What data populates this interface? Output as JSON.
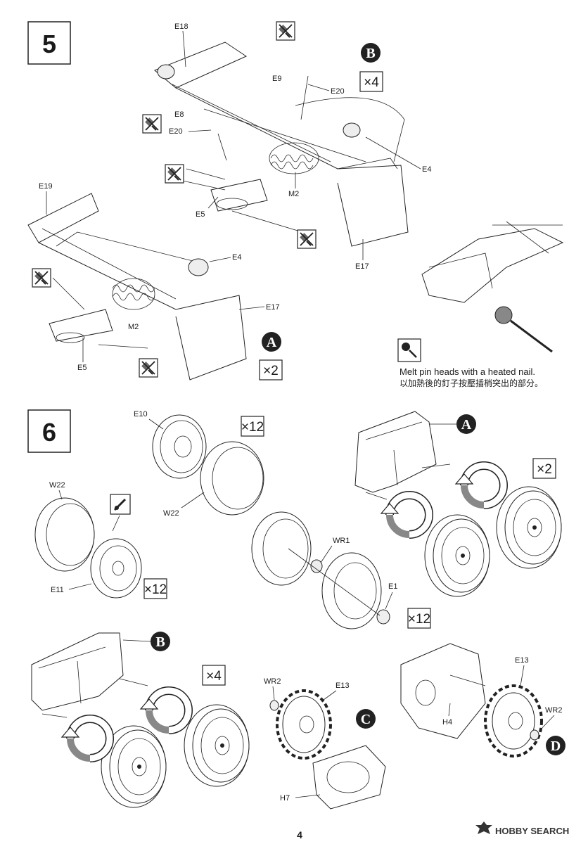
{
  "page_number": "4",
  "watermark": "HOBBY SEARCH",
  "step5": {
    "number": "5",
    "badges": [
      {
        "letter": "B",
        "count": "×4"
      },
      {
        "letter": "A",
        "count": "×2"
      }
    ],
    "labels": [
      "E18",
      "E9",
      "E20",
      "E8",
      "E20",
      "E4",
      "M2",
      "E5",
      "E17",
      "E19",
      "E4",
      "E17",
      "M2",
      "E5"
    ],
    "note": {
      "english": "Melt pin heads with a heated nail.",
      "chinese": "以加熱後的釘子按壓插梢突出的部分。"
    }
  },
  "step6": {
    "number": "6",
    "badges": [
      {
        "letter": "A",
        "count": "×2"
      },
      {
        "letter": "B",
        "count": "×4"
      },
      {
        "letter": "C"
      },
      {
        "letter": "D"
      }
    ],
    "counts": [
      "×12",
      "×12",
      "×12"
    ],
    "labels": [
      "E10",
      "W22",
      "W22",
      "E11",
      "WR1",
      "E1",
      "WR2",
      "E13",
      "H7",
      "E13",
      "WR2",
      "H4"
    ]
  },
  "icons": [
    "no-glue-icon",
    "heated-nail-icon",
    "glue-drop-icon",
    "rotate-arrow-icon"
  ]
}
